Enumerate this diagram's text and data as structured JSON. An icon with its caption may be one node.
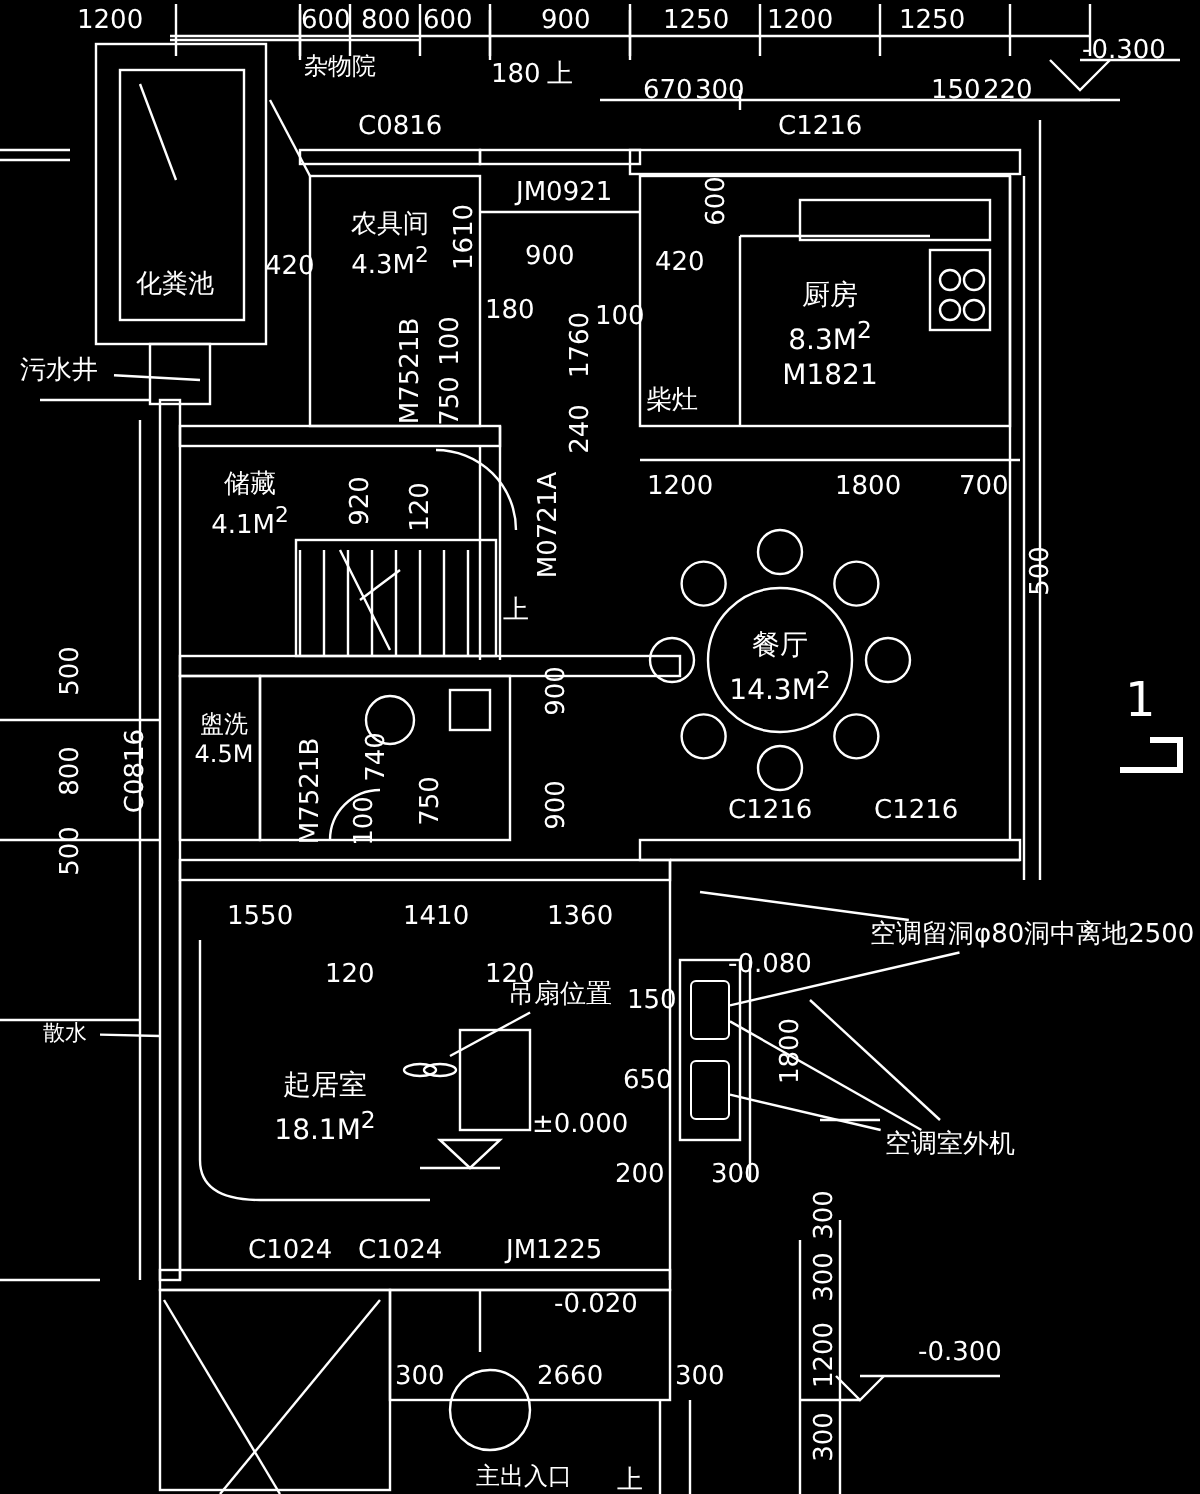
{
  "diagram": {
    "nodes": [
      {
        "text": [
          "化粪池"
        ]
      },
      {
        "text": [
          "农具间",
          "4.3M$^{2}$"
        ]
      },
      {
        "text": [
          "厨房",
          "8.3M$^{2}$",
          "M1821"
        ]
      },
      {
        "text": [
          "储藏",
          "4.1M$^{2}$"
        ]
      },
      {
        "text": [
          "餐厅",
          "14.3M$^{2}$"
        ]
      },
      {
        "text": [
          "盥洗",
          "4.5M"
        ]
      },
      {
        "text": [
          "起居室",
          "18.1M$^{2}$"
        ]
      },
      {
        "text": [
          "吊扇位置"
        ]
      },
      {
        "text": [
          "空调留洞φ80洞中离地2500"
        ]
      },
      {
        "text": [
          "空调室外机"
        ]
      },
      {
        "text": [
          "污水井"
        ]
      },
      {
        "text": [
          "散水"
        ]
      },
      {
        "text": [],
        "shape": "box"
      },
      {
        "text": [],
        "shape": "box"
      }
    ],
    "edges": [
      {
        "from": 7,
        "to": null,
        "arrow": "none"
      },
      {
        "from": 8,
        "to": null,
        "arrow": "none"
      },
      {
        "from": 8,
        "to": 12,
        "arrow": "none"
      },
      {
        "from": 9,
        "to": 12,
        "arrow": "none"
      },
      {
        "from": 9,
        "to": 13,
        "arrow": "none"
      },
      {
        "from": 10,
        "to": null,
        "arrow": "none"
      },
      {
        "from": 11,
        "to": null,
        "arrow": "none"
      }
    ],
    "labels": [
      "1200",
      "600",
      "800",
      "600",
      "900",
      "1250",
      "1200",
      "1250",
      "杂物院",
      "180",
      "上",
      "670",
      "300",
      "150",
      "220",
      "-0.300",
      "C0816",
      "C1216",
      "JM0921",
      "420",
      "900",
      "1610",
      "180",
      "600",
      "420",
      "100",
      "1760",
      "M7521B",
      "100",
      "750",
      "240",
      "M0721A",
      "柴灶",
      "1200",
      "1800",
      "700",
      "500",
      "920",
      "120",
      "上",
      "500",
      "800",
      "500",
      "C0816",
      "M7521B",
      "740",
      "100",
      "750",
      "900",
      "900",
      "C1216",
      "C1216",
      "1",
      "1550",
      "1410",
      "1360",
      "120",
      "120",
      "-0.080",
      "150",
      "1800",
      "650",
      "±0.000",
      "200",
      "300",
      "C1024",
      "C1024",
      "JM1225",
      "-0.020",
      "300",
      "2660",
      "300",
      "300",
      "300",
      "1200",
      "300",
      "-0.300",
      "主出入口",
      "上"
    ]
  }
}
